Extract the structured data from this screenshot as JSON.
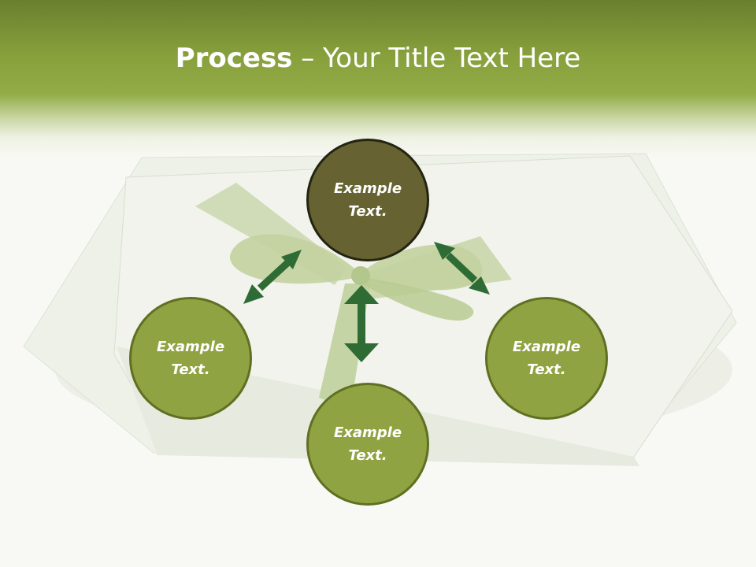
{
  "slide": {
    "title_bold": "Process",
    "title_rest": " – Your Title Text Here"
  },
  "nodes": {
    "top": {
      "line1": "Example",
      "line2": "Text."
    },
    "left": {
      "line1": "Example",
      "line2": "Text."
    },
    "right": {
      "line1": "Example",
      "line2": "Text."
    },
    "bottom": {
      "line1": "Example",
      "line2": "Text."
    }
  },
  "colors": {
    "header_green": "#87a03c",
    "node_dark_fill": "#666231",
    "node_light_fill": "#90a343",
    "arrow_green": "#2e6b35",
    "background": "#f8f9f4"
  },
  "icons": [
    "double-arrow-icon"
  ]
}
